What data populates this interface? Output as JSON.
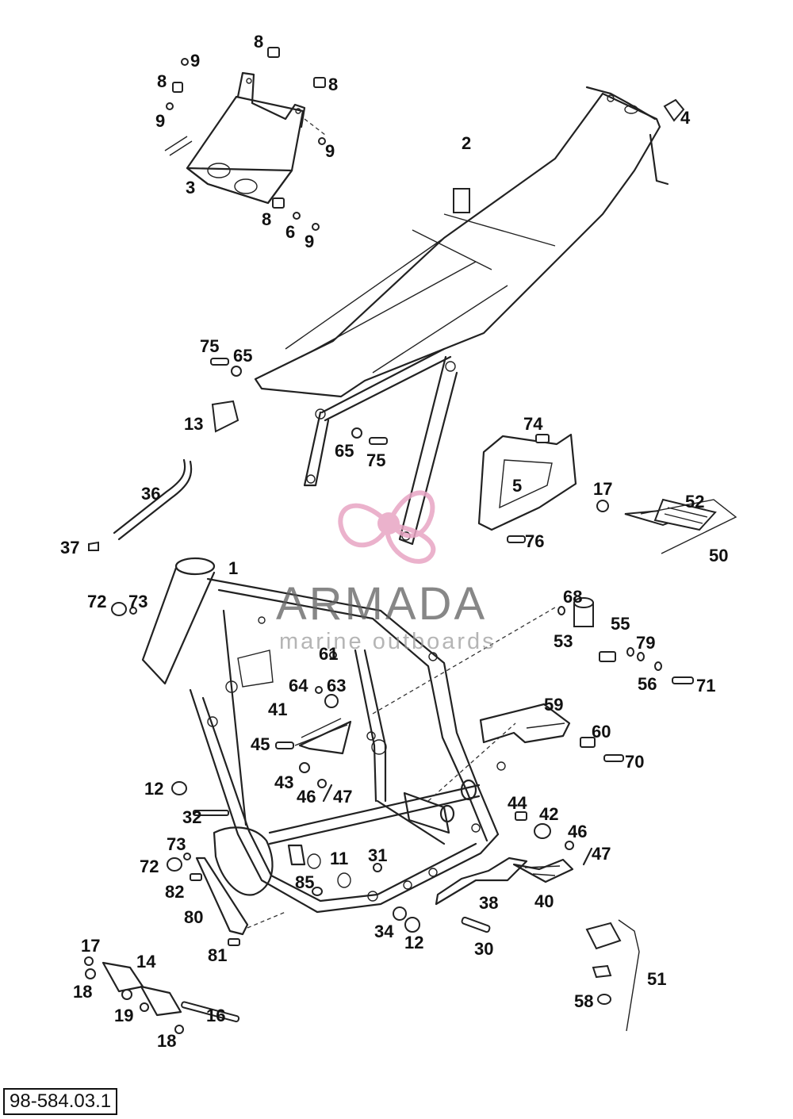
{
  "diagram": {
    "reference_code": "98-584.03.1",
    "watermark": {
      "brand": "ARMADA",
      "tagline": "marine outboards",
      "accent_color": "#e8a5c4"
    },
    "labels": [
      "1",
      "2",
      "3",
      "4",
      "5",
      "6",
      "8",
      "9",
      "11",
      "12",
      "13",
      "14",
      "16",
      "17",
      "18",
      "19",
      "30",
      "31",
      "32",
      "34",
      "36",
      "37",
      "38",
      "40",
      "41",
      "42",
      "43",
      "44",
      "45",
      "46",
      "47",
      "50",
      "51",
      "52",
      "53",
      "55",
      "56",
      "58",
      "59",
      "60",
      "61",
      "63",
      "64",
      "65",
      "68",
      "70",
      "71",
      "72",
      "73",
      "74",
      "75",
      "76",
      "79",
      "80",
      "81",
      "82",
      "85"
    ]
  }
}
